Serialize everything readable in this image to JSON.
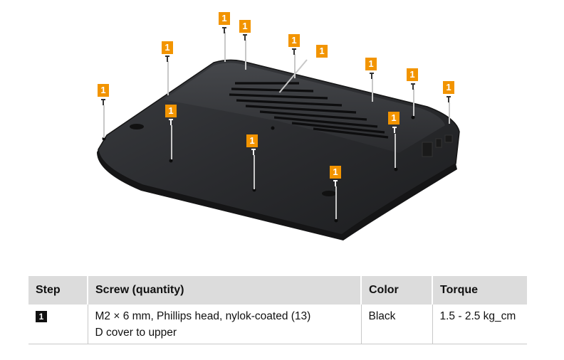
{
  "figure": {
    "callout_label": "1",
    "callouts": [
      "1",
      "1",
      "1",
      "1",
      "1",
      "1",
      "1",
      "1",
      "1",
      "1",
      "1",
      "1",
      "1"
    ]
  },
  "table": {
    "headers": {
      "step": "Step",
      "screw": "Screw (quantity)",
      "color": "Color",
      "torque": "Torque"
    },
    "rows": [
      {
        "step": "1",
        "screw_line1": "M2 × 6 mm, Phillips head, nylok-coated (13)",
        "screw_line2": "D cover to upper",
        "color": "Black",
        "torque": "1.5 - 2.5 kg_cm"
      }
    ]
  }
}
